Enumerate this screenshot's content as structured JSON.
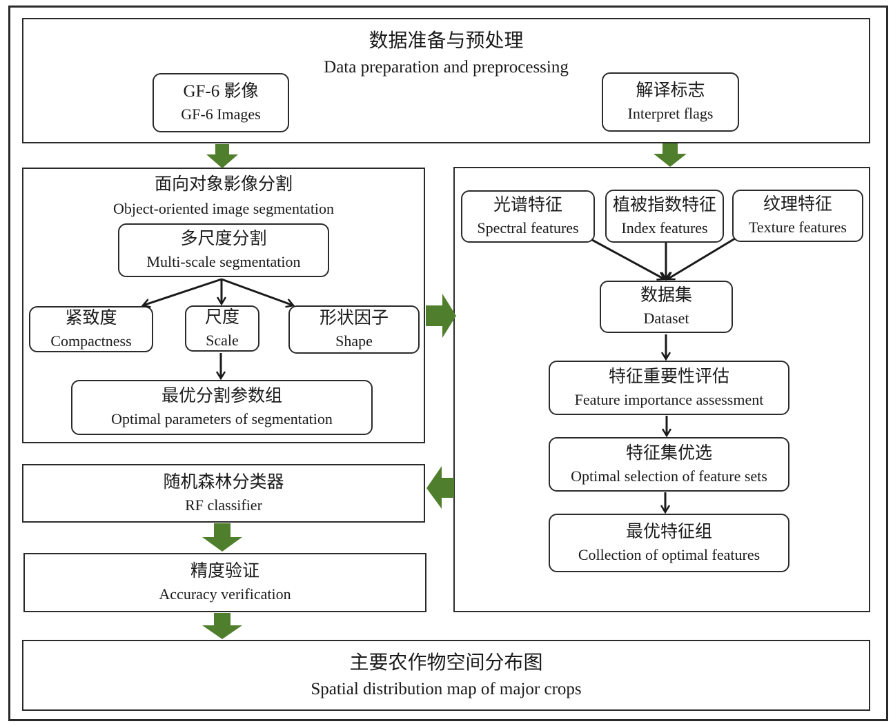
{
  "colors": {
    "arrow_green": "#4f7f2c",
    "line": "#2a2a2a"
  },
  "prep": {
    "title_zh": "数据准备与预处理",
    "title_en": "Data preparation and preprocessing",
    "gf6": {
      "zh": "GF-6 影像",
      "en": "GF-6 Images"
    },
    "flags": {
      "zh": "解译标志",
      "en": "Interpret flags"
    }
  },
  "segmentation": {
    "title_zh": "面向对象影像分割",
    "title_en": "Object-oriented image segmentation",
    "multiscale": {
      "zh": "多尺度分割",
      "en": "Multi-scale segmentation"
    },
    "compactness": {
      "zh": "紧致度",
      "en": "Compactness"
    },
    "scale": {
      "zh": "尺度",
      "en": "Scale"
    },
    "shape": {
      "zh": "形状因子",
      "en": "Shape"
    },
    "optimal": {
      "zh": "最优分割参数组",
      "en": "Optimal parameters of segmentation"
    }
  },
  "features": {
    "spectral": {
      "zh": "光谱特征",
      "en": "Spectral features"
    },
    "index": {
      "zh": "植被指数特征",
      "en": "Index features"
    },
    "texture": {
      "zh": "纹理特征",
      "en": "Texture features"
    },
    "dataset": {
      "zh": "数据集",
      "en": "Dataset"
    },
    "importance": {
      "zh": "特征重要性评估",
      "en": "Feature importance assessment"
    },
    "selection": {
      "zh": "特征集优选",
      "en": "Optimal selection of feature sets"
    },
    "collection": {
      "zh": "最优特征组",
      "en": "Collection of optimal features"
    }
  },
  "rf": {
    "zh": "随机森林分类器",
    "en": "RF classifier"
  },
  "accuracy": {
    "zh": "精度验证",
    "en": "Accuracy verification"
  },
  "result": {
    "zh": "主要农作物空间分布图",
    "en": "Spatial distribution map of major crops"
  }
}
